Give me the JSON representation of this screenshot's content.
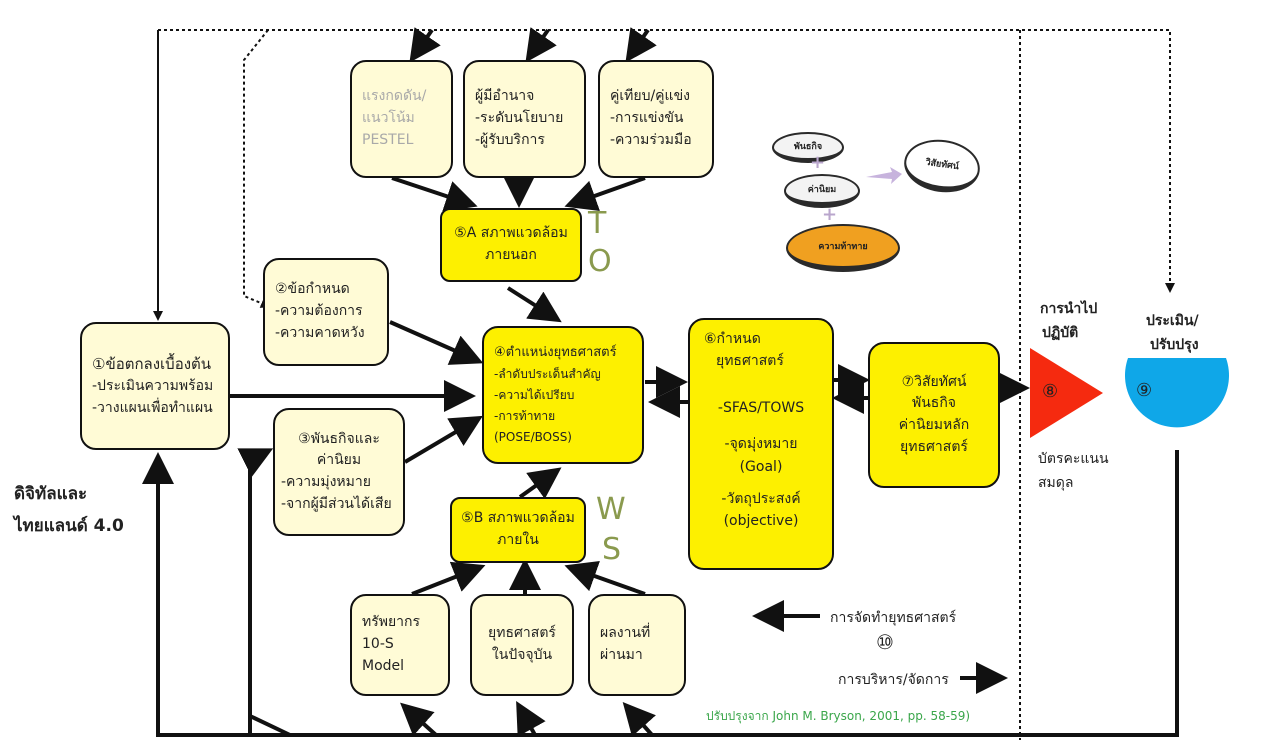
{
  "boxes": {
    "b1": {
      "title": "①ข้อตกลงเบื้องต้น",
      "lines": [
        "-ประเมินความพร้อม",
        "-วางแผนเพื่อทำแผน"
      ]
    },
    "b2": {
      "title": "②ข้อกำหนด",
      "lines": [
        "-ความต้องการ",
        "-ความคาดหวัง"
      ]
    },
    "b3": {
      "title": "③พันธกิจและ",
      "lines": [
        "ค่านิยม",
        "-ความมุ่งหมาย",
        "-จากผู้มีส่วนได้เสีย"
      ]
    },
    "b4": {
      "title": "④ตำแหน่งยุทธศาสตร์",
      "lines": [
        "-ลำดับประเด็นสำคัญ",
        "-ความได้เปรียบ",
        "-การท้าทาย",
        "(POSE/BOSS)"
      ]
    },
    "b5a": {
      "title": "⑤A สภาพแวดล้อม",
      "lines": [
        "ภายนอก"
      ]
    },
    "b5b": {
      "title": "⑤B สภาพแวดล้อม",
      "lines": [
        "ภายใน"
      ]
    },
    "b6": {
      "title": "⑥กำหนด",
      "lines": [
        "ยุทธศาสตร์",
        "-SFAS/TOWS",
        "-จุดมุ่งหมาย",
        "(Goal)",
        "-วัตถุประสงค์",
        "(objective)"
      ]
    },
    "b7": {
      "title": "⑦วิสัยทัศน์",
      "lines": [
        "พันธกิจ",
        "ค่านิยมหลัก",
        "ยุทธศาสตร์"
      ]
    },
    "pestel": {
      "lines": [
        "แรงกดดัน/",
        "แนวโน้ม",
        "PESTEL"
      ]
    },
    "authority": {
      "lines": [
        "ผู้มีอำนาจ",
        "-ระดับนโยบาย",
        "-ผู้รับบริการ"
      ]
    },
    "partners": {
      "lines": [
        "คู่เทียบ/คู่แข่ง",
        "-การแข่งขัน",
        "-ความร่วมมือ"
      ]
    },
    "resources": {
      "lines": [
        "ทรัพยากร",
        "10-S",
        "Model"
      ]
    },
    "current": {
      "lines": [
        "ยุทธศาสตร์",
        "ในปัจจุบัน"
      ]
    },
    "past": {
      "lines": [
        "ผลงานที่",
        "ผ่านมา"
      ]
    }
  },
  "swot_letters": {
    "t": "T",
    "o": "O",
    "w": "W",
    "s": "S"
  },
  "left_caption": [
    "ดิจิทัลและ",
    "ไทยแลนด์ 4.0"
  ],
  "implement": {
    "title": [
      "การนำไป",
      "ปฏิบัติ"
    ],
    "number": "⑧",
    "sub": [
      "บัตรคะแนน",
      "สมดุล"
    ]
  },
  "evaluate": {
    "title": [
      "ประเมิน/",
      "ปรับปรุง"
    ],
    "number": "⑨"
  },
  "legend": {
    "planning": "การจัดทำยุทธศาสตร์",
    "number": "⑩",
    "managing": "การบริหาร/จัดการ"
  },
  "source": "ปรับปรุงจาก John M. Bryson, 2001, pp. 58-59)",
  "inset": {
    "mission": "พันธกิจ",
    "values": "ค่านิยม",
    "challenge": "ความท้าทาย",
    "vision": "วิสัยทัศน์"
  },
  "colors": {
    "yellow": "#fdf000",
    "cream": "#fffbd6",
    "triangle": "#f52a0f",
    "circle": "#0fa7e8",
    "green_text": "#3aa64a",
    "letters": "#8a9a4e",
    "challenge": "#f0a020"
  }
}
